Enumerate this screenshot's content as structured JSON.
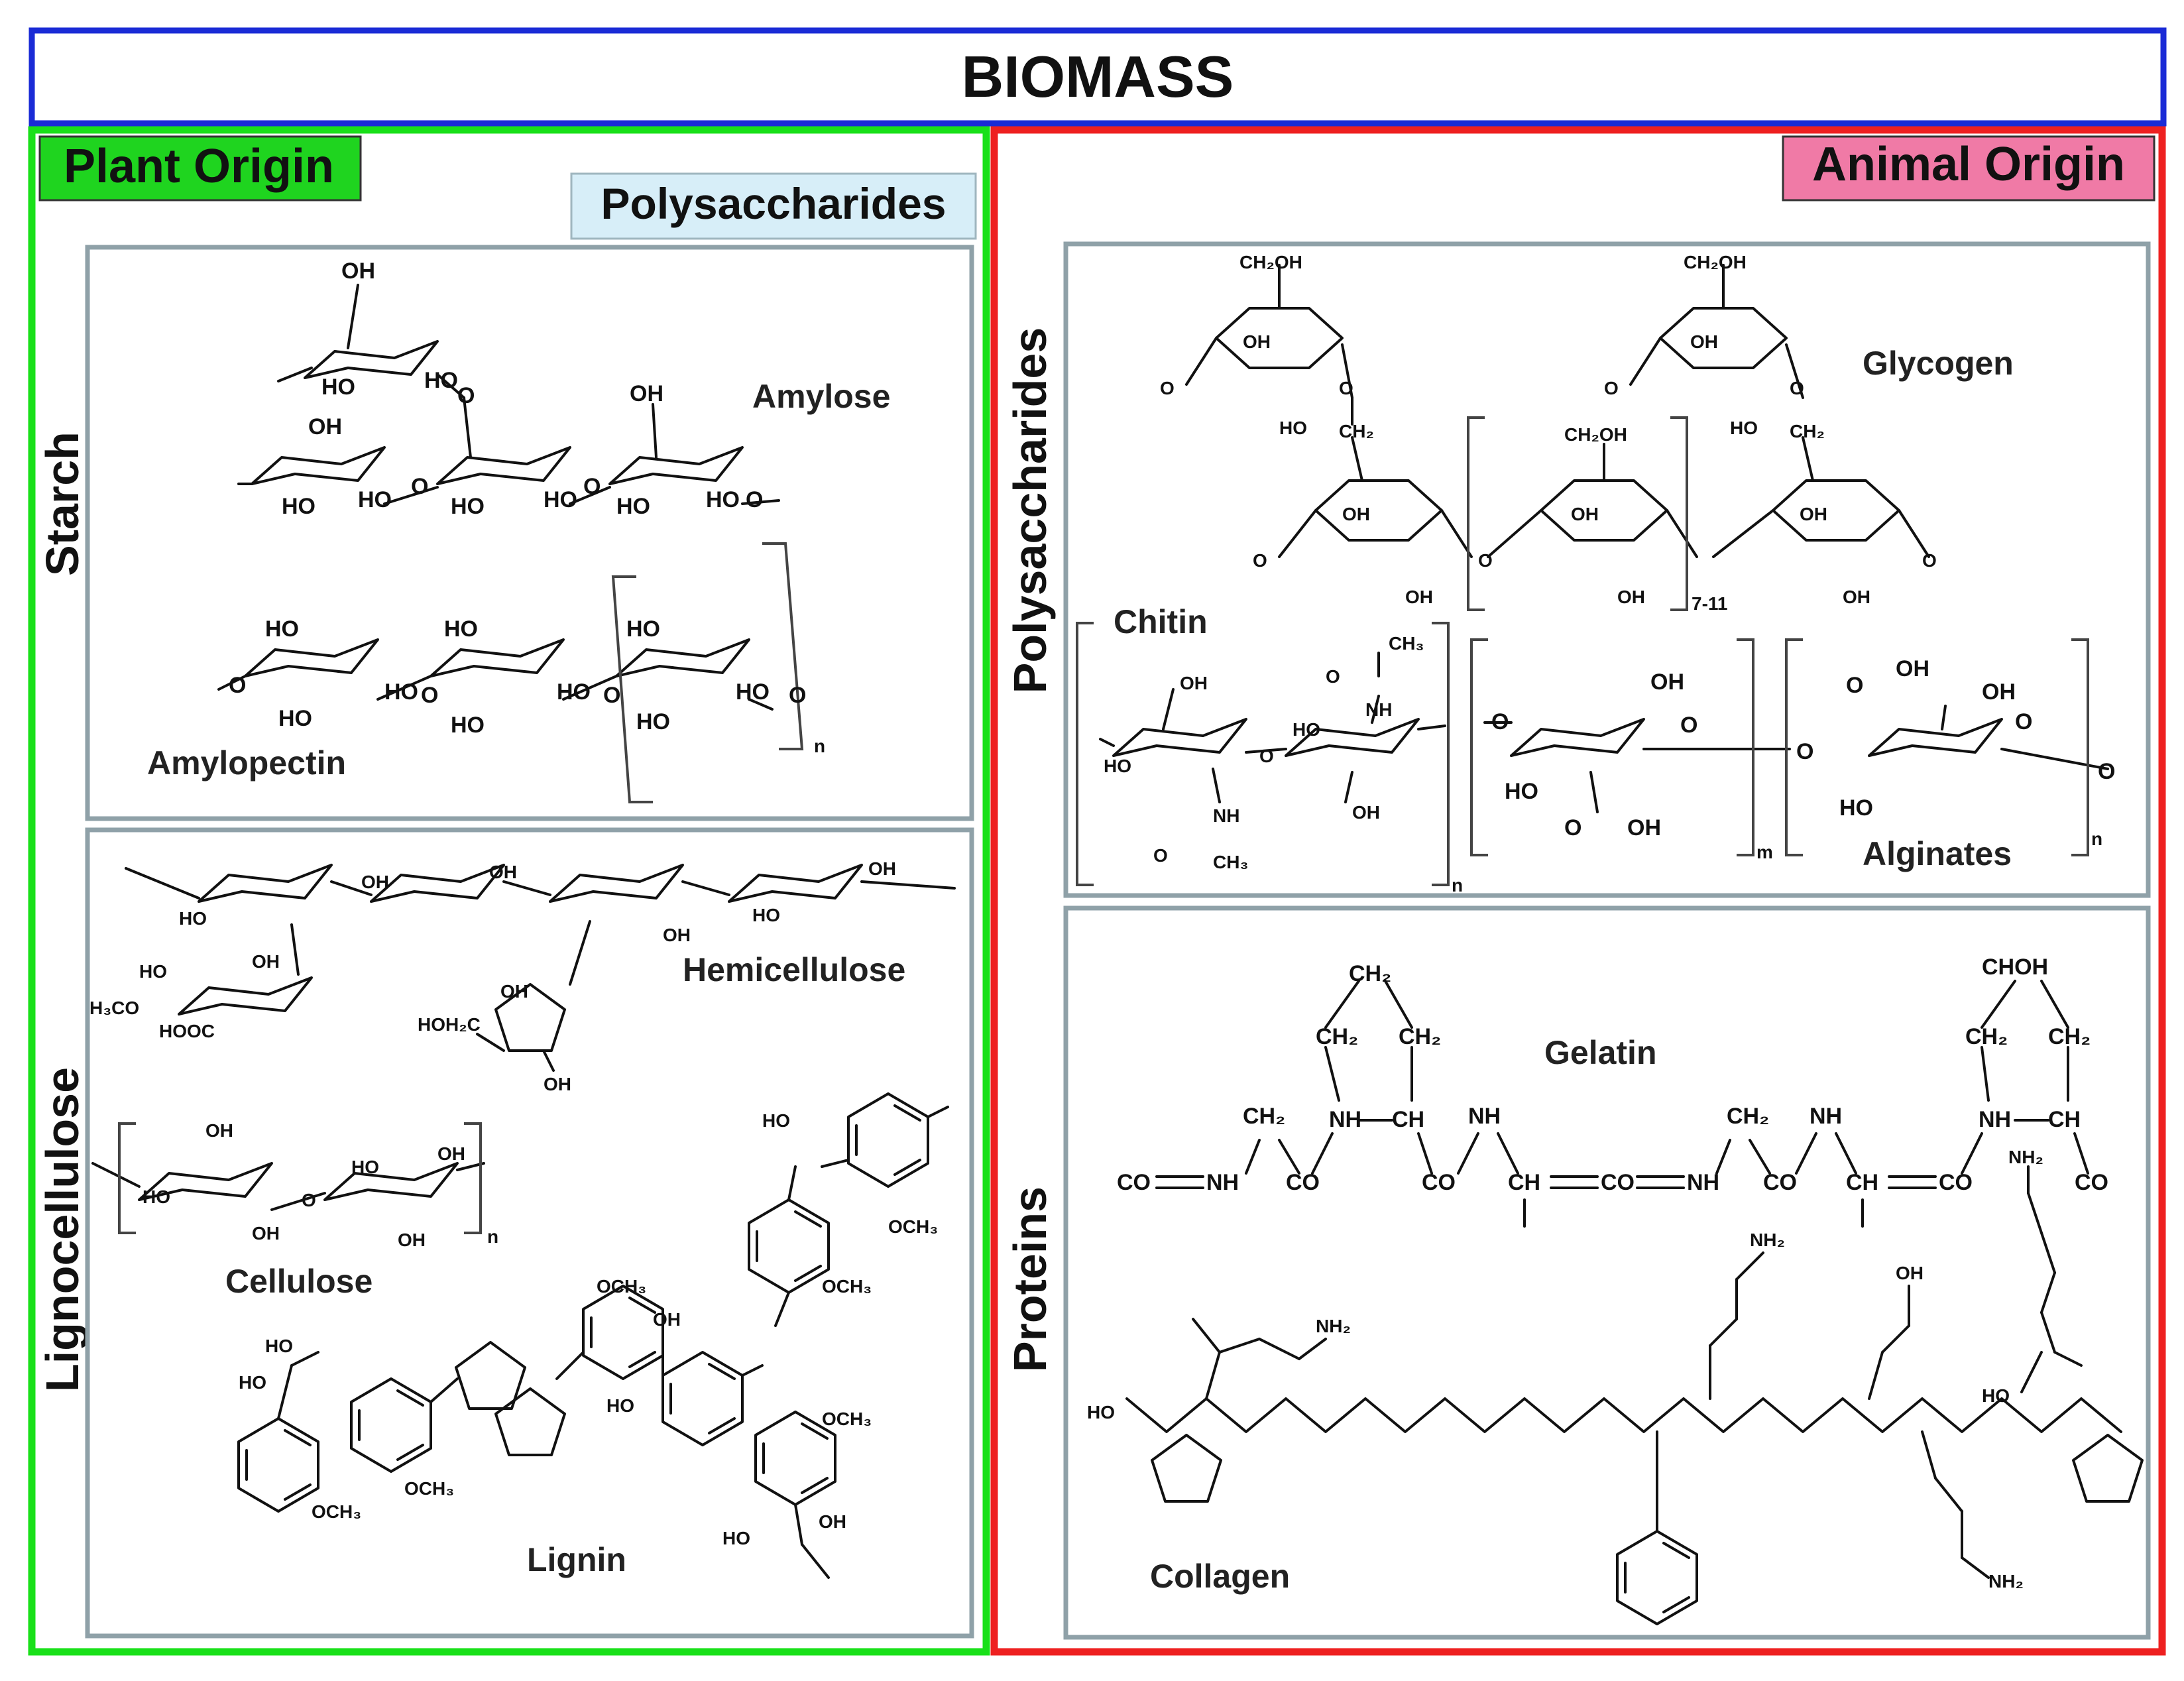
{
  "title": "BIOMASS",
  "colors": {
    "biomass_border": "#1a2bd6",
    "plant_border": "#19e019",
    "animal_border": "#ee2020",
    "plant_tag_bg": "#1fd41f",
    "animal_tag_bg": "#f07aa6",
    "poly_tag_bg": "#d7eef8",
    "panel_border": "#8fa1a8"
  },
  "plant": {
    "tag": "Plant Origin",
    "section_tag": "Polysaccharides",
    "starch": {
      "side_label": "Starch",
      "molecules": [
        "Amylose",
        "Amylopectin"
      ]
    },
    "lignocellulose": {
      "side_label": "Lignocellulose",
      "molecules": [
        "Hemicellulose",
        "Cellulose",
        "Lignin"
      ]
    }
  },
  "animal": {
    "tag": "Animal Origin",
    "polysaccharides": {
      "side_label": "Polysaccharides",
      "molecules": [
        "Glycogen",
        "Chitin",
        "Alginates"
      ]
    },
    "proteins": {
      "side_label": "Proteins",
      "molecules": [
        "Gelatin",
        "Collagen"
      ]
    }
  },
  "subscripts": {
    "amylopectin_n": "n",
    "cellulose_n": "n",
    "glycogen_repeat": "7-11",
    "chitin_n": "n",
    "alginate_m": "m",
    "alginate_n": "n"
  },
  "groups": {
    "oh": "OH",
    "ho": "HO",
    "ch2oh": "CH₂OH",
    "ch2": "CH₂",
    "och3": "OCH₃",
    "nh": "NH",
    "nh2": "NH₂",
    "co": "CO",
    "ch": "CH",
    "ch3": "CH₃",
    "o": "O",
    "h3co": "H₃CO",
    "hooc": "HOOC",
    "hoh2c": "HOH₂C",
    "choh": "CHOH"
  }
}
